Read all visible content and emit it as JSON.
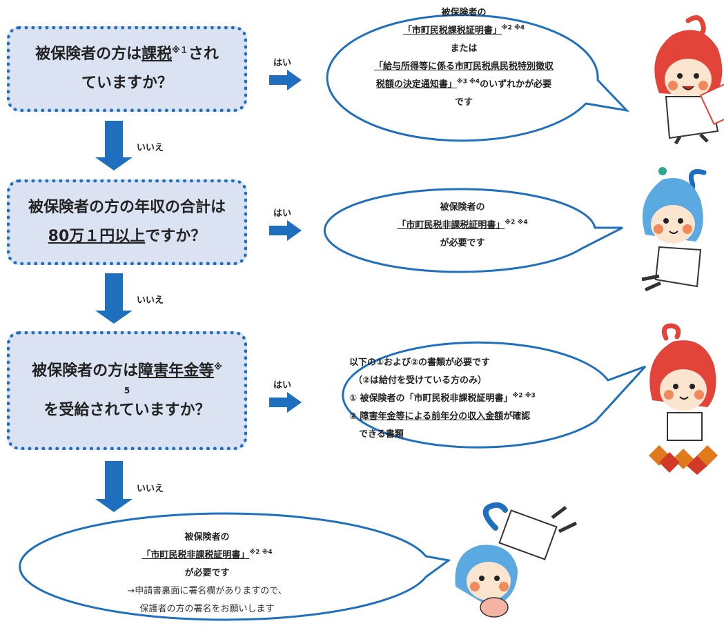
{
  "colors": {
    "accent": "#1f6fbf",
    "box_bg": "#dbe3f3",
    "bubble_stroke": "#1f6fbf"
  },
  "labels": {
    "yes": "はい",
    "no": "いいえ"
  },
  "q1": {
    "pre": "被保険者の方は",
    "u": "課税",
    "sup": "※１",
    "post": "され",
    "line2": "ていますか？"
  },
  "q2": {
    "line1": "被保険者の方の年収の合計は",
    "u": "80万１円以上",
    "post": "ですか？"
  },
  "q3": {
    "pre": "被保険者の方は",
    "u": "障害年金等",
    "sup": "※",
    "sup2": "5",
    "line2": "を受給されていますか？"
  },
  "b1": {
    "l1": "被保険者の",
    "l2": "「市町民税課税証明書」",
    "l2sup": "※2 ※4",
    "l3": "または",
    "l4": "「給与所得等に係る市町民税県民税特別徴収",
    "l5": "税額の決定通知書」",
    "l5sup": "※3 ※4",
    "l5post": "のいずれかが必要",
    "l6": "です"
  },
  "b2": {
    "l1": "被保険者の",
    "l2": "「市町民税非課税証明書」",
    "l2sup": "※2 ※4",
    "l3": "が必要です"
  },
  "b3": {
    "l1": "以下の①および②の書類が必要です",
    "l2": "（②は給付を受けている方のみ）",
    "l3": "① 被保険者の「市町民税非課税証明書」",
    "l3sup": "※2 ※3",
    "l4pre": "② ",
    "l4u": "障害年金等による前年分の収入金額",
    "l4post": "が確認",
    "l5": "できる書類"
  },
  "b4": {
    "l1": "被保険者の",
    "l2": "「市町民税非課税証明書」",
    "l2sup": "※2 ※4",
    "l3": "が必要です",
    "l4": "→申請書裏面に署名欄がありますので、",
    "l5": "保護者の方の署名をお願いします"
  }
}
